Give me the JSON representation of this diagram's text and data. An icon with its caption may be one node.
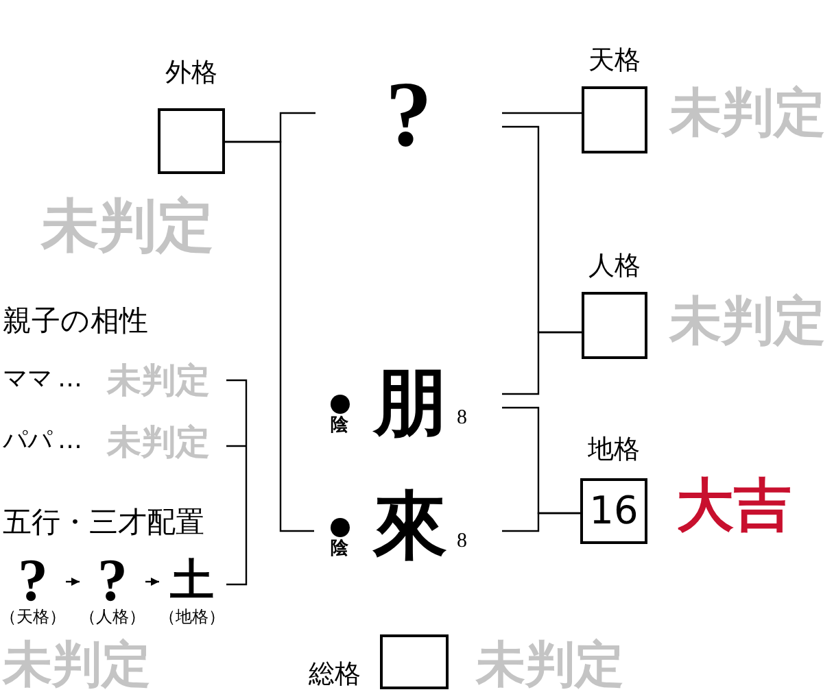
{
  "diagram": {
    "nodes": [
      {
        "text": [
          "外格"
        ],
        "beside": [
          "未判定"
        ]
      },
      {
        "text": [
          "?"
        ]
      },
      {
        "text": [
          "天格"
        ],
        "beside": [
          "未判定"
        ]
      },
      {
        "text": [
          "人格"
        ],
        "beside": [
          "未判定"
        ]
      },
      {
        "text": [
          "朋"
        ],
        "beside": [
          "陰"
        ]
      },
      {
        "text": [
          "來"
        ],
        "beside": [
          "陰"
        ]
      },
      {
        "text": [
          "地格",
          "16"
        ],
        "beside": [
          "大吉"
        ]
      },
      {
        "text": [
          "総格"
        ],
        "beside": [
          "未判定"
        ]
      },
      {
        "text": [
          "?",
          "（天格）"
        ]
      },
      {
        "text": [
          "?",
          "（人格）"
        ]
      },
      {
        "text": [
          "土",
          "（地格）"
        ]
      }
    ],
    "edges": [
      {
        "from": 0,
        "to": 1,
        "arrow": "none"
      },
      {
        "from": 0,
        "to": 5,
        "arrow": "none"
      },
      {
        "from": 1,
        "to": 2,
        "arrow": "none"
      },
      {
        "from": 1,
        "to": 3,
        "arrow": "none"
      },
      {
        "from": 4,
        "to": 3,
        "arrow": "none"
      },
      {
        "from": 4,
        "to": 6,
        "arrow": "none"
      },
      {
        "from": 5,
        "to": 6,
        "arrow": "none"
      },
      {
        "from": 8,
        "to": 9,
        "arrow": "to"
      },
      {
        "from": 9,
        "to": 10,
        "arrow": "to"
      }
    ],
    "labels": [
      "親子の相性",
      "ママ",
      "…",
      "未判定",
      "8",
      "パパ",
      "…",
      "未判定",
      "五行・三才配置",
      "8",
      "未判定"
    ]
  }
}
